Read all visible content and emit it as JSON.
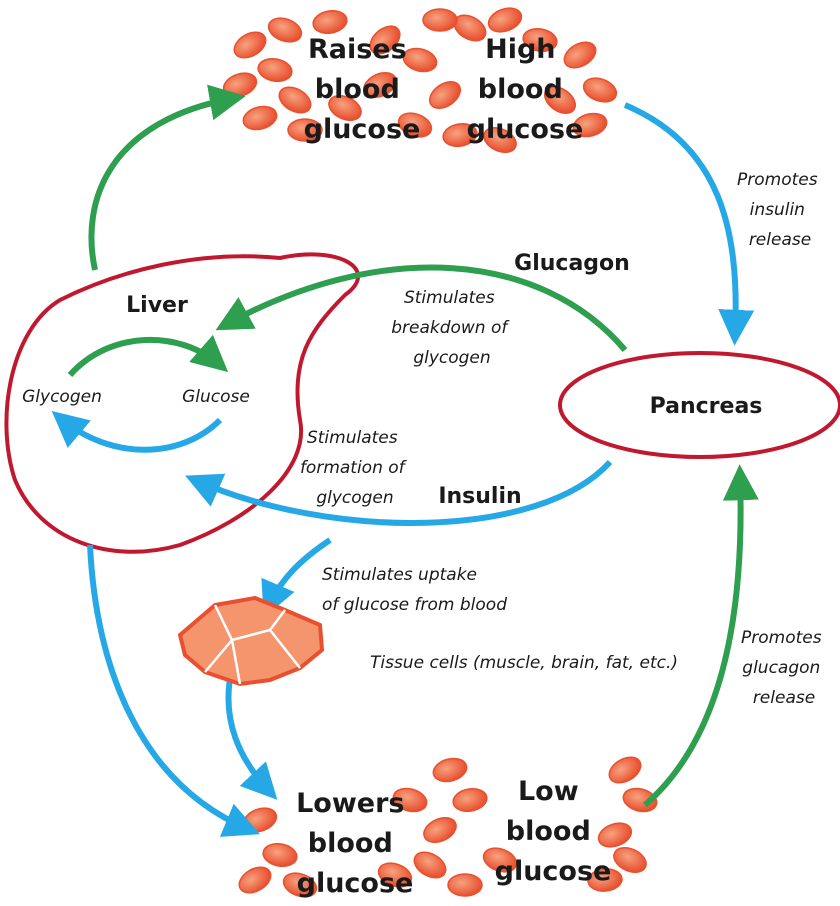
{
  "colors": {
    "liver_outline": "#c0192f",
    "pancreas_outline": "#c0192f",
    "insulin_arrow": "#27a8e6",
    "glucagon_arrow": "#2e9e4f",
    "blood_cell": "#e8502f",
    "blood_cell_light": "#f7a27f",
    "tissue_cell": "#f4956e"
  },
  "nodes": {
    "high_glucose": [
      "High",
      "blood",
      "glucose"
    ],
    "raises_glucose": [
      "Raises",
      "blood",
      "glucose"
    ],
    "lowers_glucose": [
      "Lowers",
      "blood",
      "glucose"
    ],
    "low_glucose": [
      "Low",
      "blood",
      "glucose"
    ],
    "liver": "Liver",
    "glycogen": "Glycogen",
    "glucose": "Glucose",
    "pancreas": "Pancreas",
    "glucagon": "Glucagon",
    "insulin": "Insulin",
    "tissue_cells": "Tissue cells (muscle, brain, fat, etc.)"
  },
  "edge_labels": {
    "promotes_insulin": [
      "Promotes",
      "insulin",
      "release"
    ],
    "promotes_glucagon": [
      "Promotes",
      "glucagon",
      "release"
    ],
    "stimulates_breakdown": [
      "Stimulates",
      "breakdown of",
      "glycogen"
    ],
    "stimulates_formation": [
      "Stimulates",
      "formation of",
      "glycogen"
    ],
    "stimulates_uptake": [
      "Stimulates uptake",
      "of glucose from blood"
    ]
  }
}
